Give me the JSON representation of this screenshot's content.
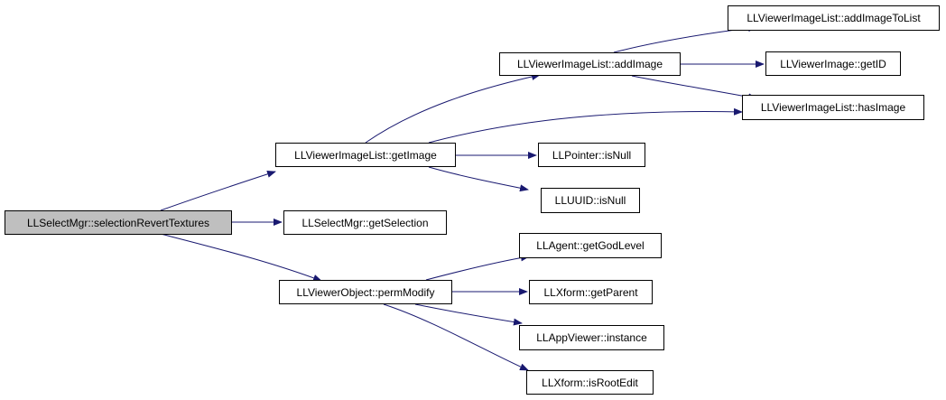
{
  "colors": {
    "edge": "#191970",
    "root_fill": "#bfbfbf",
    "node_fill": "#ffffff",
    "border": "#000000"
  },
  "nodes": {
    "root": "LLSelectMgr::selectionRevertTextures",
    "getImage": "LLViewerImageList::getImage",
    "getSelection": "LLSelectMgr::getSelection",
    "permModify": "LLViewerObject::permModify",
    "addImage": "LLViewerImageList::addImage",
    "hasImage": "LLViewerImageList::hasImage",
    "ptrIsNull": "LLPointer::isNull",
    "uuidIsNull": "LLUUID::isNull",
    "addImageToList": "LLViewerImageList::addImageToList",
    "getID": "LLViewerImage::getID",
    "getGodLevel": "LLAgent::getGodLevel",
    "getParent": "LLXform::getParent",
    "instance": "LLAppViewer::instance",
    "isRootEdit": "LLXform::isRootEdit"
  }
}
